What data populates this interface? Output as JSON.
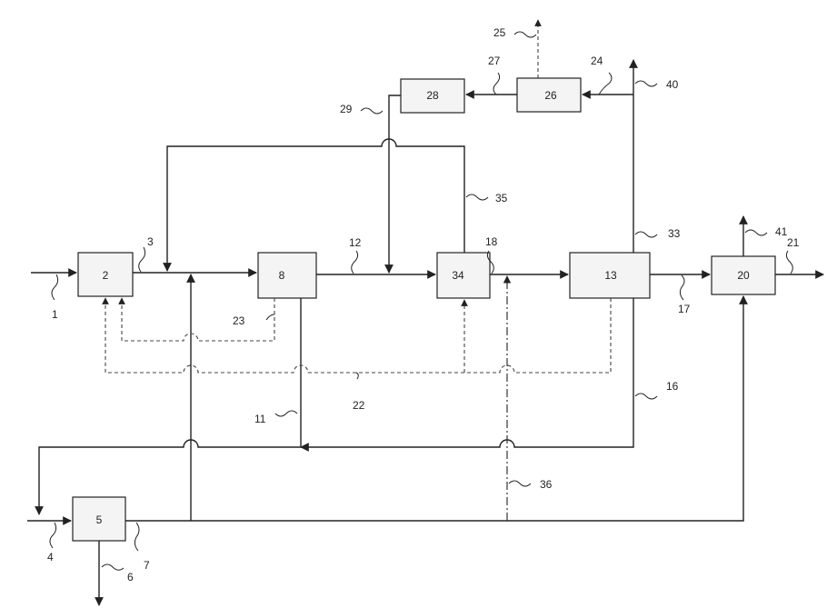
{
  "boxes": {
    "b2": "2",
    "b5": "5",
    "b8": "8",
    "b34": "34",
    "b13": "13",
    "b20": "20",
    "b26": "26",
    "b28": "28"
  },
  "labels": {
    "l1": "1",
    "l3": "3",
    "l4": "4",
    "l6": "6",
    "l7": "7",
    "l11": "11",
    "l12": "12",
    "l16": "16",
    "l17": "17",
    "l18": "18",
    "l21": "21",
    "l22": "22",
    "l23": "23",
    "l24": "24",
    "l25": "25",
    "l27": "27",
    "l29": "29",
    "l33": "33",
    "l35": "35",
    "l36": "36",
    "l40": "40",
    "l41": "41"
  },
  "colors": {
    "line": "#222222",
    "box_fill": "#f4f4f4",
    "background": "#ffffff"
  }
}
